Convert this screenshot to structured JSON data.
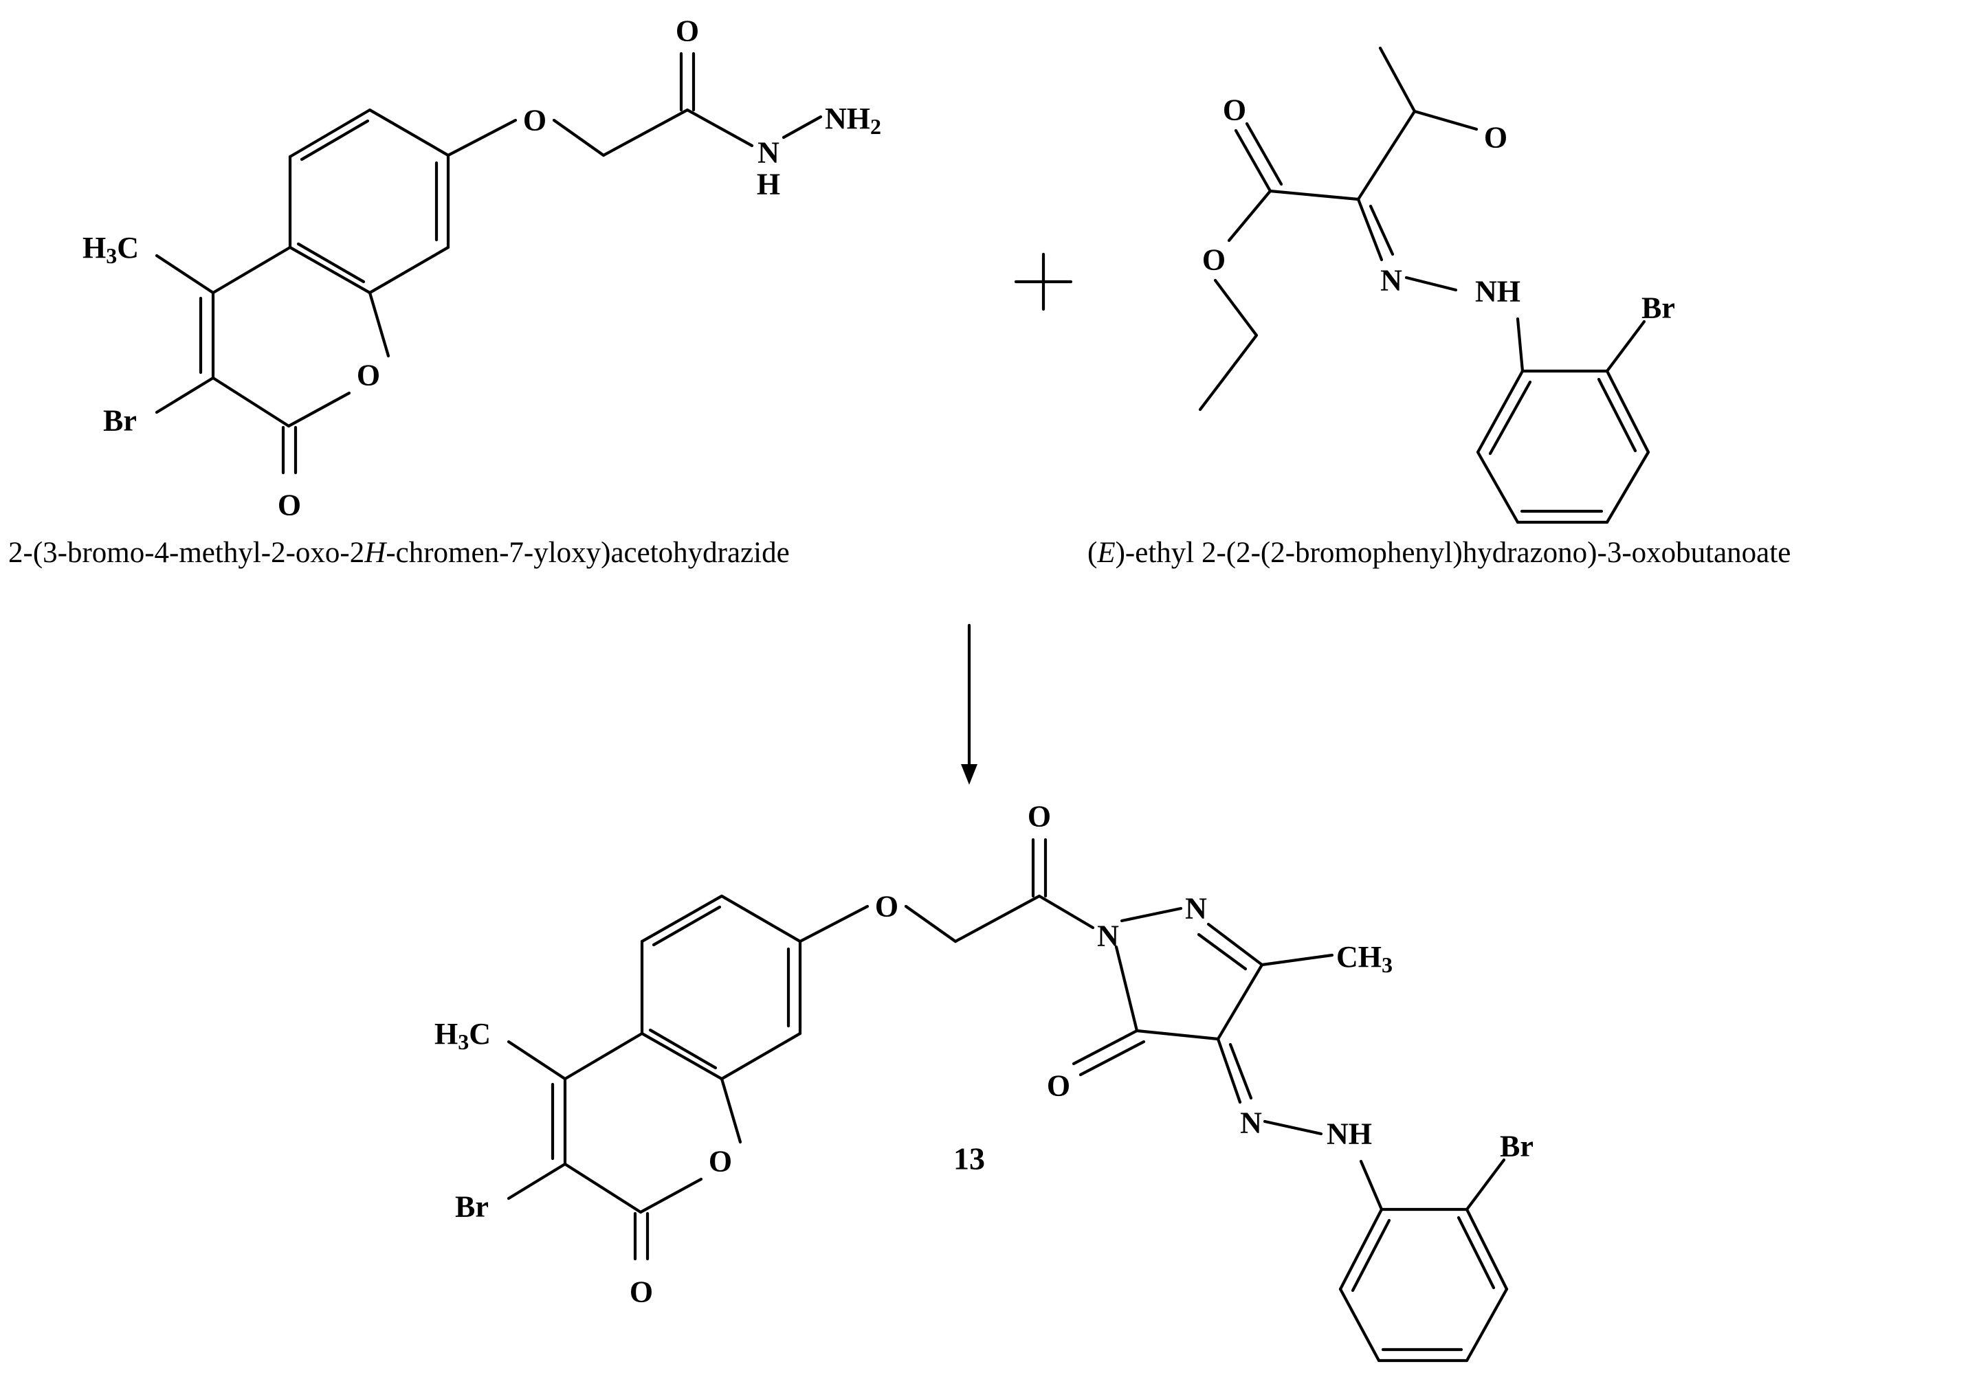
{
  "diagram": {
    "reactant_1": {
      "name": "2-(3-bromo-4-methyl-2-oxo-2H-chromen-7-yloxy)acetohydrazide",
      "name_parts": [
        "2-(3-bromo-4-methyl-2-oxo-2",
        "H",
        "-chromen-7-yloxy)acetohydrazide"
      ],
      "labels": {
        "o_ether": "O",
        "o_amide": "O",
        "nh2": "NH",
        "nh2_sub": "2",
        "nh_n": "N",
        "nh_h": "H",
        "h3c_h": "H",
        "h3c_sub": "3",
        "h3c_c": "C",
        "br": "Br",
        "o_ring": "O",
        "o_lactone": "O"
      }
    },
    "plus_sign": "+",
    "reactant_2": {
      "name": "(E)-ethyl 2-(2-(2-bromophenyl)hydrazono)-3-oxobutanoate",
      "name_parts": [
        "(",
        "E",
        ")-ethyl 2-(2-(2-bromophenyl)hydrazono)-3-oxobutanoate"
      ],
      "labels": {
        "o_ester_co": "O",
        "o_ketone": "O",
        "o_ester": "O",
        "n_imine": "N",
        "nh": "NH",
        "br": "Br"
      }
    },
    "product": {
      "compound_number": "13",
      "labels": {
        "o_acyl": "O",
        "o_ether": "O",
        "n1": "N",
        "n2": "N",
        "ch3_ch": "CH",
        "ch3_sub": "3",
        "o_pyrazolone": "O",
        "n_azo": "N",
        "nh": "NH",
        "br_phenyl": "Br",
        "h3c_h": "H",
        "h3c_sub": "3",
        "h3c_c": "C",
        "br_coumarin": "Br",
        "o_ring": "O",
        "o_lactone": "O"
      }
    }
  }
}
